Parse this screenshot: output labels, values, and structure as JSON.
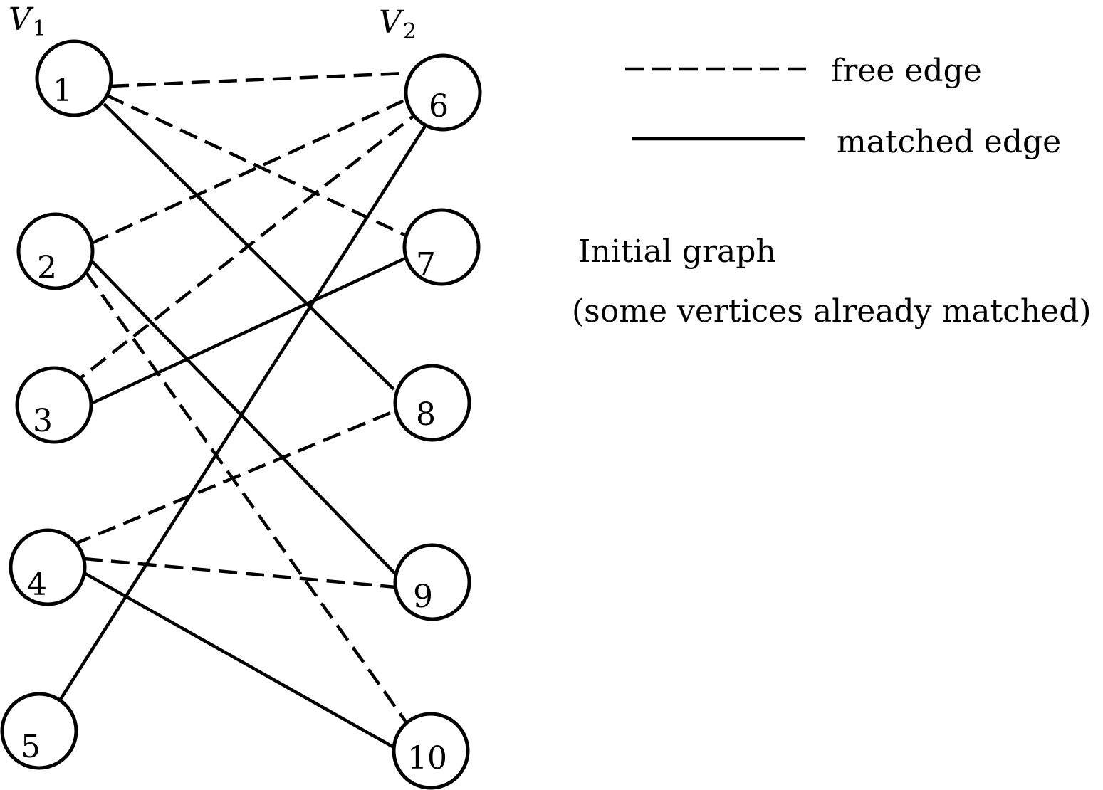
{
  "partitions": [
    {
      "id": "V1",
      "letter": "V",
      "subscript": "1"
    },
    {
      "id": "V2",
      "letter": "V",
      "subscript": "2"
    }
  ],
  "nodes": [
    {
      "id": "1",
      "label": "1",
      "partition": "V1"
    },
    {
      "id": "2",
      "label": "2",
      "partition": "V1"
    },
    {
      "id": "3",
      "label": "3",
      "partition": "V1"
    },
    {
      "id": "4",
      "label": "4",
      "partition": "V1"
    },
    {
      "id": "5",
      "label": "5",
      "partition": "V1"
    },
    {
      "id": "6",
      "label": "6",
      "partition": "V2"
    },
    {
      "id": "7",
      "label": "7",
      "partition": "V2"
    },
    {
      "id": "8",
      "label": "8",
      "partition": "V2"
    },
    {
      "id": "9",
      "label": "9",
      "partition": "V2"
    },
    {
      "id": "10",
      "label": "10",
      "partition": "V2"
    }
  ],
  "edges": [
    {
      "from": "1",
      "to": "6",
      "type": "free"
    },
    {
      "from": "1",
      "to": "7",
      "type": "free"
    },
    {
      "from": "1",
      "to": "8",
      "type": "matched"
    },
    {
      "from": "2",
      "to": "6",
      "type": "free"
    },
    {
      "from": "2",
      "to": "9",
      "type": "matched"
    },
    {
      "from": "2",
      "to": "10",
      "type": "free"
    },
    {
      "from": "3",
      "to": "6",
      "type": "free"
    },
    {
      "from": "3",
      "to": "7",
      "type": "matched"
    },
    {
      "from": "4",
      "to": "8",
      "type": "free"
    },
    {
      "from": "4",
      "to": "9",
      "type": "free"
    },
    {
      "from": "4",
      "to": "10",
      "type": "matched"
    },
    {
      "from": "5",
      "to": "6",
      "type": "matched"
    }
  ],
  "legend": {
    "free_label": "free edge",
    "matched_label": "matched edge"
  },
  "caption": {
    "line1": "Initial graph",
    "line2": "(some vertices already matched)"
  },
  "colors": {
    "stroke": "#000000",
    "background": "#ffffff"
  }
}
